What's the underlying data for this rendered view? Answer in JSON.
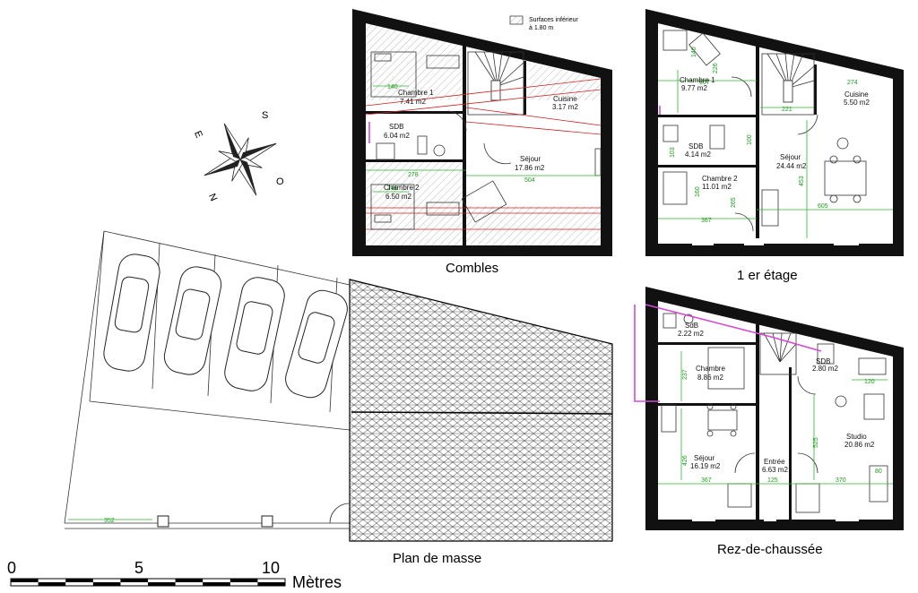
{
  "legend": {
    "text_line1": "Surfaces inférieur",
    "text_line2": "à 1.80 m"
  },
  "plans": {
    "combles": {
      "title": "Combles",
      "rooms": [
        {
          "name": "Chambre 1",
          "area": "7.41 m2"
        },
        {
          "name": "Cuisine",
          "area": "3.17 m2"
        },
        {
          "name": "SDB",
          "area": "6.04 m2"
        },
        {
          "name": "Séjour",
          "area": "17.86 m2"
        },
        {
          "name": "Chambre 2",
          "area": "6.50 m2"
        }
      ],
      "dims": [
        "140",
        "278",
        "504",
        "140"
      ]
    },
    "etage1": {
      "title": "1 er étage",
      "rooms": [
        {
          "name": "Chambre 1",
          "area": "9.77 m2"
        },
        {
          "name": "Cuisine",
          "area": "5.50 m2"
        },
        {
          "name": "SDB",
          "area": "4.14 m2"
        },
        {
          "name": "Séjour",
          "area": "24.44 m2"
        },
        {
          "name": "Chambre 2",
          "area": "11.01 m2"
        }
      ],
      "dims": [
        "140",
        "226",
        "367",
        "274",
        "221",
        "100",
        "103",
        "160",
        "265",
        "367",
        "453",
        "605"
      ]
    },
    "rdc": {
      "title": "Rez-de-chaussée",
      "rooms": [
        {
          "name": "SdB",
          "area": "2.22 m2"
        },
        {
          "name": "SDB",
          "area": "2.80 m2"
        },
        {
          "name": "Chambre",
          "area": "8.86 m2"
        },
        {
          "name": "Studio",
          "area": "20.86 m2"
        },
        {
          "name": "Séjour",
          "area": "16.19 m2"
        },
        {
          "name": "Entrée",
          "area": "6.63 m2"
        }
      ],
      "dims": [
        "237",
        "120",
        "426",
        "367",
        "125",
        "370",
        "525",
        "80"
      ]
    },
    "masse": {
      "title": "Plan de masse",
      "dim": "352"
    }
  },
  "compass": {
    "n": "N",
    "s": "S",
    "e": "E",
    "o": "O"
  },
  "scale": {
    "t0": "0",
    "t5": "5",
    "t10": "10",
    "unit": "Mètres"
  }
}
